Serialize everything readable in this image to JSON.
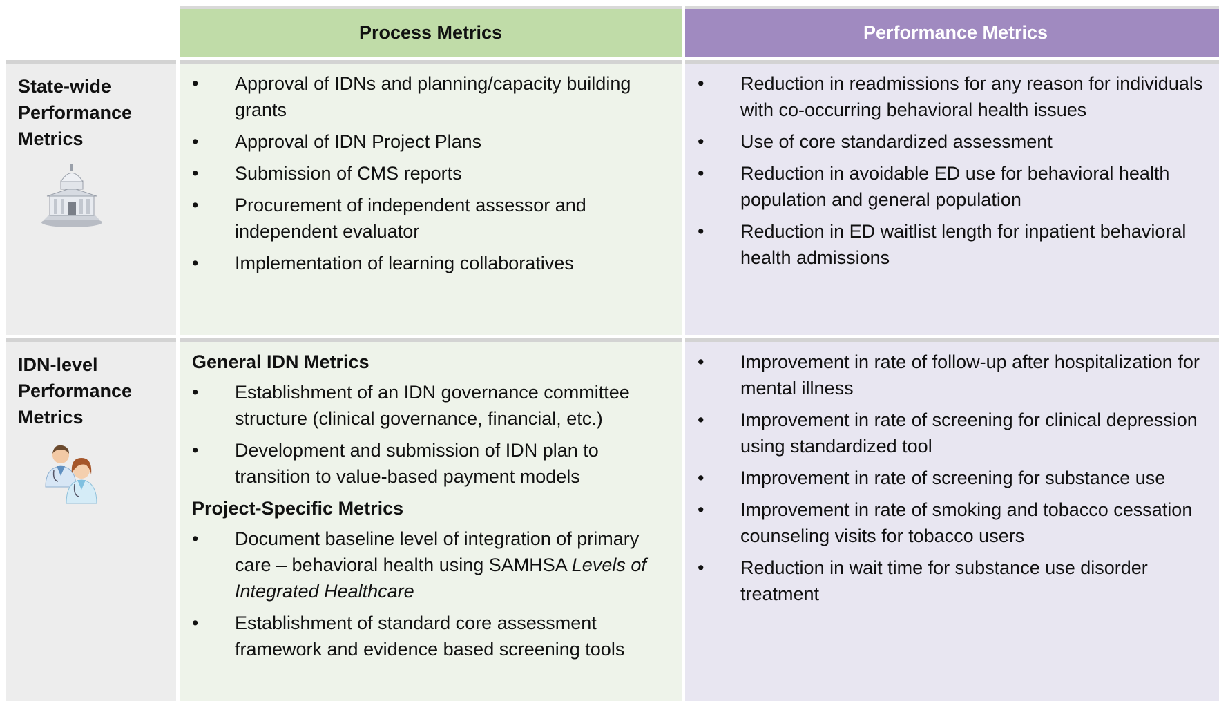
{
  "headers": {
    "process": "Process Metrics",
    "performance": "Performance Metrics"
  },
  "statewide": {
    "label": "State-wide Performance Metrics",
    "icon": "capitol-building-icon",
    "process_items": [
      "Approval of IDNs and planning/capacity building grants",
      "Approval of IDN Project Plans",
      "Submission of CMS reports",
      "Procurement of independent assessor and independent evaluator",
      "Implementation of learning collaboratives"
    ],
    "performance_items": [
      "Reduction in readmissions for any reason for individuals with co-occurring behavioral health issues",
      "Use of core standardized assessment",
      "Reduction in avoidable ED use for behavioral health population and general population",
      "Reduction in ED waitlist length for inpatient behavioral health admissions"
    ]
  },
  "idn": {
    "label": "IDN-level Performance Metrics",
    "icon": "doctors-icon",
    "general_heading": "General IDN Metrics",
    "general_items": [
      "Establishment of an IDN governance committee structure (clinical governance, financial, etc.)",
      "Development and submission of IDN plan to transition to value-based payment models"
    ],
    "project_heading": "Project-Specific Metrics",
    "project_item_1_text": "Document baseline level of integration of primary care – behavioral health using SAMHSA ",
    "project_item_1_italic": "Levels of Integrated Healthcare",
    "project_item_2": "Establishment of standard core assessment framework and evidence based screening tools",
    "performance_items": [
      "Improvement in rate of follow-up after hospitalization for mental illness",
      "Improvement in rate of screening for clinical depression using standardized tool",
      "Improvement in rate of screening for substance use",
      "Improvement in rate of smoking and tobacco cessation counseling visits for tobacco users",
      "Reduction in wait time for substance use disorder treatment"
    ]
  },
  "colors": {
    "process_header": "#c0dca8",
    "performance_header": "#a08ac0",
    "process_cell": "#eef3ea",
    "performance_cell": "#e8e6f1",
    "label_cell": "#ededed"
  }
}
